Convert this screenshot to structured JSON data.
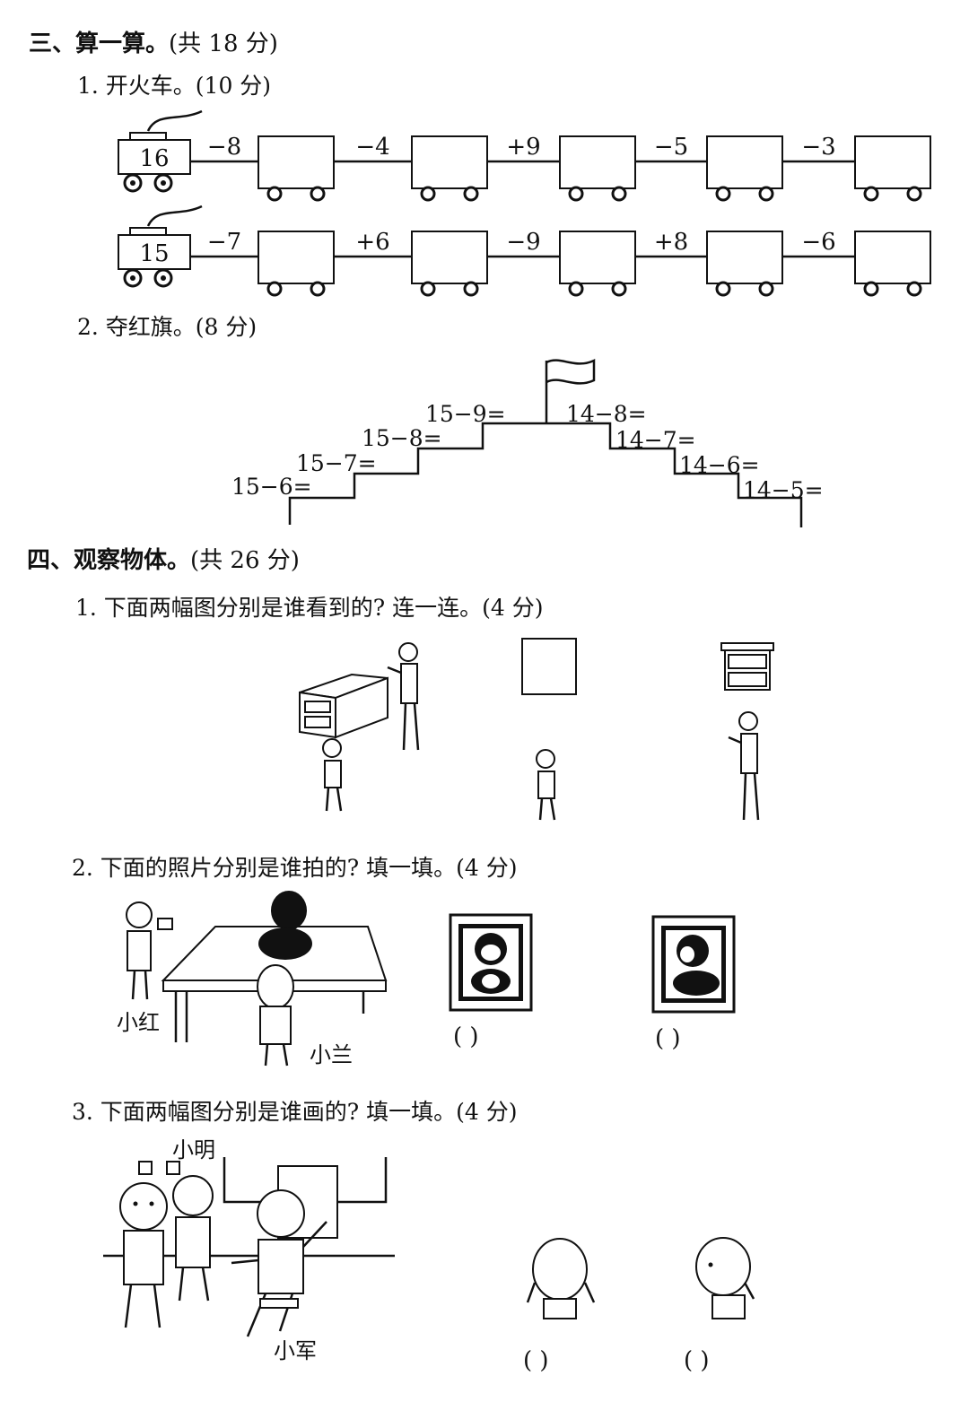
{
  "section3": {
    "title": "三、算一算。",
    "points": "(共 18 分)",
    "q1": {
      "label": "1. 开火车。(10 分)"
    },
    "trains": [
      {
        "start": "16",
        "ops": [
          "−8",
          "−4",
          "+9",
          "−5",
          "−3"
        ]
      },
      {
        "start": "15",
        "ops": [
          "−7",
          "+6",
          "−9",
          "+8",
          "−6"
        ]
      }
    ],
    "q2": {
      "label": "2. 夺红旗。(8 分)"
    },
    "stairs_left": [
      "15−6=",
      "15−7=",
      "15−8=",
      "15−9="
    ],
    "stairs_right": [
      "14−8=",
      "14−7=",
      "14−6=",
      "14−5="
    ]
  },
  "section4": {
    "title": "四、观察物体。",
    "points": "(共 26 分)",
    "q1": {
      "label": "1. 下面两幅图分别是谁看到的? 连一连。(4 分)"
    },
    "q2": {
      "label": "2. 下面的照片分别是谁拍的? 填一填。(4 分)",
      "names": [
        "小红",
        "小兰"
      ],
      "blank": "(     )"
    },
    "q3": {
      "label": "3. 下面两幅图分别是谁画的? 填一填。(4 分)",
      "names": [
        "小明",
        "小军"
      ],
      "blank": "(     )"
    }
  }
}
